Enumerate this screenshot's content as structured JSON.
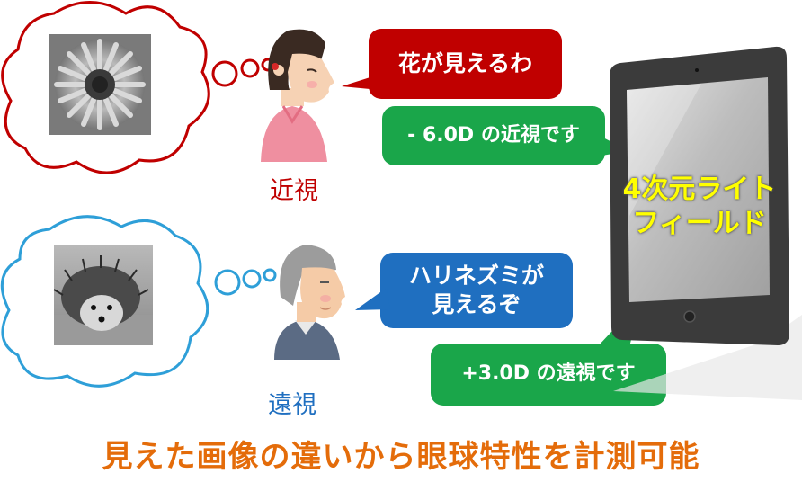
{
  "people": {
    "myopia": {
      "label": "近視",
      "speech": "花が見えるわ",
      "diagnosis": "- 6.0D の近視です",
      "thought_image": "flower-photo"
    },
    "hyperopia": {
      "label": "遠視",
      "speech_line1": "ハリネズミが",
      "speech_line2": "見えるぞ",
      "diagnosis": "+3.0D の遠視です",
      "thought_image": "hedgehog-photo"
    }
  },
  "display": {
    "line1": "4次元ライト",
    "line2": "フィールド"
  },
  "caption": "見えた画像の違いから眼球特性を計測可能",
  "colors": {
    "red": "#c00000",
    "blue": "#1f6fc0",
    "green": "#1aa64a",
    "yellow": "#ffff00",
    "orange": "#e46c0a",
    "tablet": "#3b3b3b"
  }
}
